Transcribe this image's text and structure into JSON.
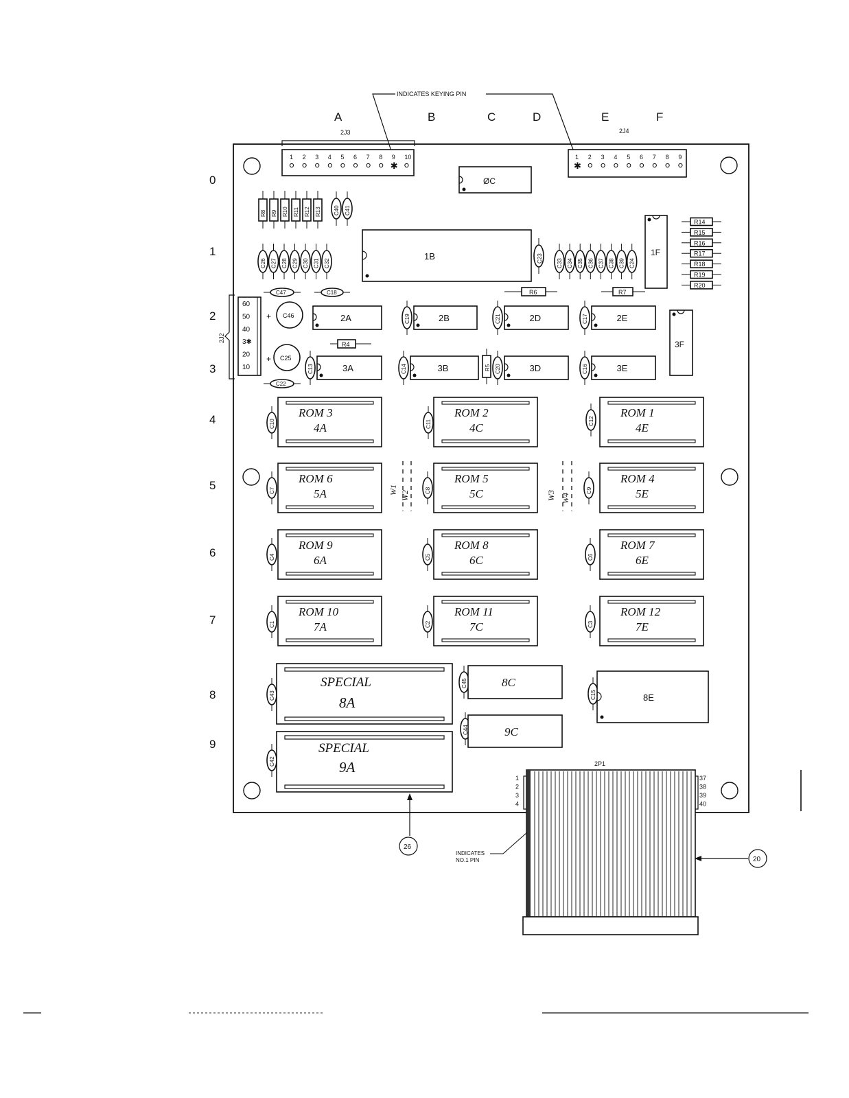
{
  "keying_note": "INDICATES KEYING PIN",
  "pin1_note": [
    "INDICATES",
    "NO.1 PIN"
  ],
  "columns": [
    "A",
    "B",
    "C",
    "D",
    "E",
    "F"
  ],
  "rows": [
    "0",
    "1",
    "2",
    "3",
    "4",
    "5",
    "6",
    "7",
    "8",
    "9"
  ],
  "connectors": {
    "j3": {
      "label": "2J3",
      "pins": [
        "1",
        "2",
        "3",
        "4",
        "5",
        "6",
        "7",
        "8",
        "9",
        "10"
      ]
    },
    "j4": {
      "label": "2J4",
      "pins": [
        "1",
        "2",
        "3",
        "4",
        "5",
        "6",
        "7",
        "8",
        "9"
      ]
    },
    "j2": {
      "label": "2J2",
      "pins": [
        "60",
        "50",
        "40",
        "3✱",
        "20",
        "10"
      ]
    },
    "p1": {
      "label": "2P1",
      "left_pins": [
        "1",
        "2",
        "3",
        "4"
      ],
      "right_pins": [
        "37",
        "38",
        "39",
        "40"
      ]
    }
  },
  "chips": {
    "c0C": "ØC",
    "c1B": "1B",
    "c1F": "1F",
    "c2A": "2A",
    "c2B": "2B",
    "c2D": "2D",
    "c2E": "2E",
    "c3A": "3A",
    "c3B": "3B",
    "c3D": "3D",
    "c3E": "3E",
    "c3F": "3F",
    "c8C": "8C",
    "c9C": "9C",
    "c8E": "8E"
  },
  "roms": [
    {
      "name": "ROM 3",
      "loc": "4A"
    },
    {
      "name": "ROM 2",
      "loc": "4C"
    },
    {
      "name": "ROM 1",
      "loc": "4E"
    },
    {
      "name": "ROM 6",
      "loc": "5A"
    },
    {
      "name": "ROM 5",
      "loc": "5C"
    },
    {
      "name": "ROM 4",
      "loc": "5E"
    },
    {
      "name": "ROM 9",
      "loc": "6A"
    },
    {
      "name": "ROM 8",
      "loc": "6C"
    },
    {
      "name": "ROM 7",
      "loc": "6E"
    },
    {
      "name": "ROM 10",
      "loc": "7A"
    },
    {
      "name": "ROM 11",
      "loc": "7C"
    },
    {
      "name": "ROM 12",
      "loc": "7E"
    }
  ],
  "specials": [
    {
      "name": "SPECIAL",
      "loc": "8A"
    },
    {
      "name": "SPECIAL",
      "loc": "9A"
    }
  ],
  "resistors": {
    "vertical": [
      "R8",
      "R9",
      "R10",
      "R11",
      "R12",
      "R13"
    ],
    "stack": [
      "R14",
      "R15",
      "R16",
      "R17",
      "R18",
      "R19",
      "R20"
    ],
    "r4": "R4",
    "r5": "R5",
    "r6": "R6",
    "r7": "R7"
  },
  "capacitors": {
    "top_pair": [
      "C40",
      "C41"
    ],
    "left_row": [
      "C26",
      "C27",
      "C28",
      "C29",
      "C30",
      "C31",
      "C32"
    ],
    "right_row": [
      "C33",
      "C34",
      "C35",
      "C36",
      "C37",
      "C38",
      "C39",
      "C24"
    ],
    "c23": "C23",
    "c47": "C47",
    "c18": "C18",
    "c22": "C22",
    "c46": "C46",
    "c25": "C25",
    "c19": "C19",
    "c21": "C21",
    "c17": "C17",
    "c13": "C13",
    "c14": "C14",
    "c20": "C20",
    "c16": "C16",
    "c10": "C10",
    "c11": "C11",
    "c12": "C12",
    "c7": "C7",
    "c8": "C8",
    "c9": "C9",
    "c4": "C4",
    "c5": "C5",
    "c6": "C6",
    "c1": "C1",
    "c2": "C2",
    "c3": "C3",
    "c43": "C43",
    "c45": "C45",
    "c15": "C15",
    "c44": "C44",
    "c42": "C42"
  },
  "jumpers": [
    "W1",
    "W2",
    "W3",
    "W4"
  ],
  "callouts": [
    "26",
    "20"
  ]
}
